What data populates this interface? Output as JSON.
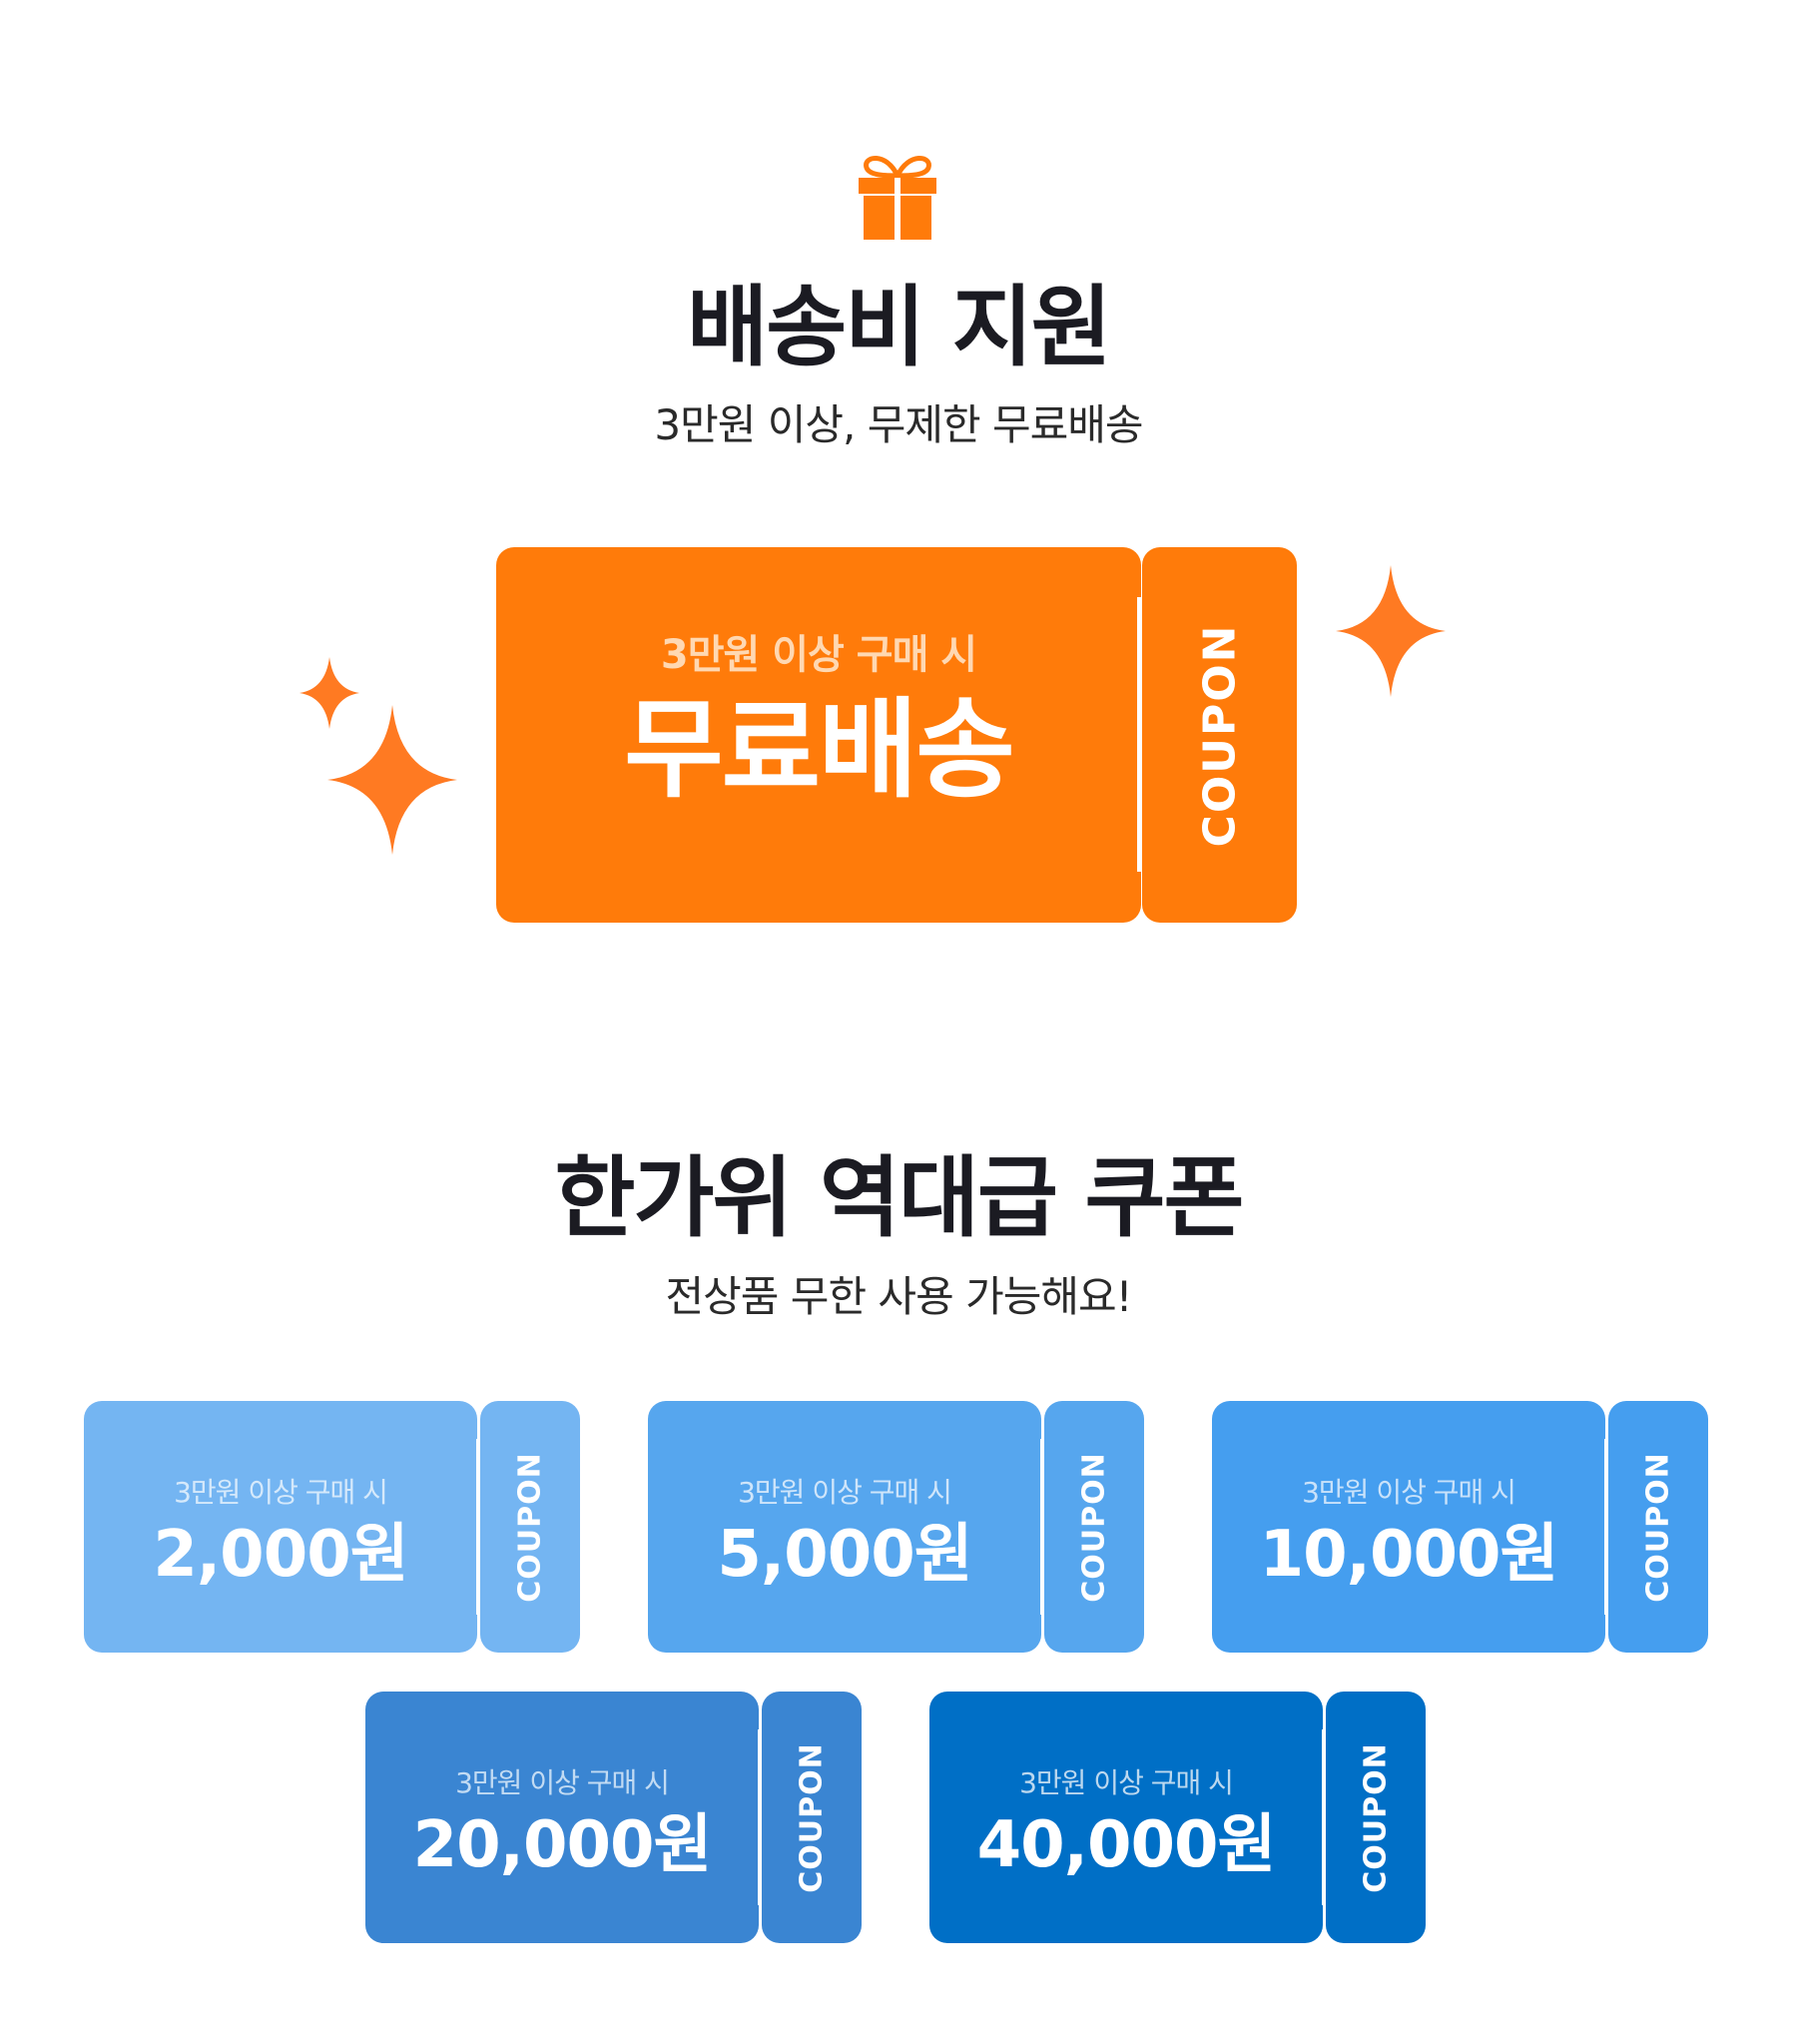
{
  "colors": {
    "orange": "#ff7b0a",
    "sparkle": "#ff7a22",
    "text_dark": "#1b1b22",
    "blue_1": "#74b5f2",
    "blue_2": "#56a6ee",
    "blue_3": "#459eef",
    "blue_4": "#3a85d2",
    "blue_5": "#006fc6"
  },
  "section1": {
    "icon": "gift-icon",
    "title": "배송비 지원",
    "subtitle": "3만원 이상, 무제한 무료배송",
    "coupon": {
      "condition": "3만원 이상 구매 시",
      "value": "무료배송",
      "stub_label": "COUPON"
    }
  },
  "section2": {
    "title": "한가위 역대급 쿠폰",
    "subtitle": "전상품 무한 사용 가능해요!",
    "coupons": [
      {
        "condition": "3만원 이상 구매 시",
        "value": "2,000원",
        "stub_label": "COUPON",
        "color": "#74b5f2",
        "cond_color": "#d5e9fb"
      },
      {
        "condition": "3만원 이상 구매 시",
        "value": "5,000원",
        "stub_label": "COUPON",
        "color": "#56a6ee",
        "cond_color": "#cfe5fa"
      },
      {
        "condition": "3만원 이상 구매 시",
        "value": "10,000원",
        "stub_label": "COUPON",
        "color": "#459eef",
        "cond_color": "#c9e2fa"
      },
      {
        "condition": "3만원 이상 구매 시",
        "value": "20,000원",
        "stub_label": "COUPON",
        "color": "#3a85d2",
        "cond_color": "#c2dbf3"
      },
      {
        "condition": "3만원 이상 구매 시",
        "value": "40,000원",
        "stub_label": "COUPON",
        "color": "#006fc6",
        "cond_color": "#bcd8ef"
      }
    ]
  }
}
